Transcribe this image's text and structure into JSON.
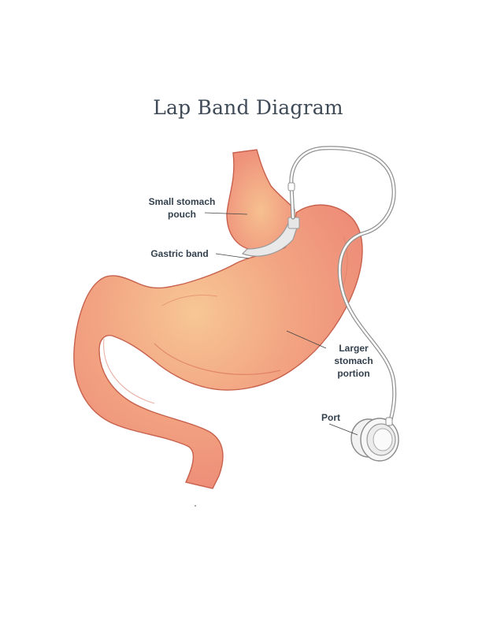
{
  "title": "Lap Band Diagram",
  "labels": {
    "small_pouch_line1": "Small stomach",
    "small_pouch_line2": "pouch",
    "gastric_band": "Gastric band",
    "larger_line1": "Larger",
    "larger_line2": "stomach",
    "larger_line3": "portion",
    "port": "Port"
  },
  "colors": {
    "stomach_fill": "#ef917b",
    "stomach_highlight": "#f7c795",
    "stomach_outline": "#c7614c",
    "band": "#e9e9e9",
    "tube": "#ffffff",
    "leader": "#444444",
    "text": "#33404d"
  }
}
